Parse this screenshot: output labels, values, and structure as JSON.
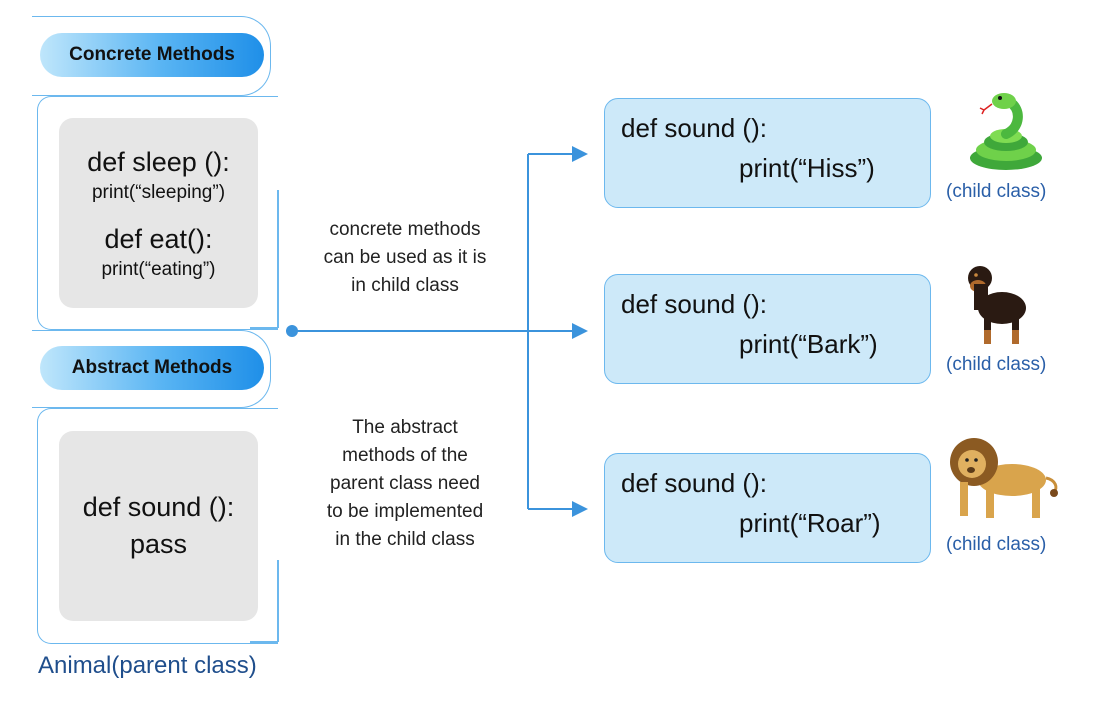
{
  "parent": {
    "concrete_label": "Concrete Methods",
    "abstract_label": "Abstract Methods",
    "concrete_code": {
      "sleep_def": "def sleep ():",
      "sleep_body": "print(“sleeping”)",
      "eat_def": "def eat():",
      "eat_body": "print(“eating”)"
    },
    "abstract_code": {
      "def": "def sound ():",
      "body": "pass"
    },
    "caption": "Animal(parent class)"
  },
  "notes": {
    "concrete": [
      "concrete methods",
      "can be used as it is",
      "in child class"
    ],
    "abstract": [
      "The abstract",
      "methods of the",
      "parent class need",
      "to be implemented",
      "in the child class"
    ]
  },
  "children": [
    {
      "def": "def sound ():",
      "body": "print(“Hiss”)",
      "label": "(child class)",
      "animal": "snake-icon"
    },
    {
      "def": "def sound ():",
      "body": "print(“Bark”)",
      "label": "(child class)",
      "animal": "dog-icon"
    },
    {
      "def": "def sound ():",
      "body": "print(“Roar”)",
      "label": "(child class)",
      "animal": "lion-icon"
    }
  ],
  "colors": {
    "line": "#3b93dc",
    "child_box_fill": "#cde9f9",
    "child_label": "#2a5fa8",
    "pill_gradient_end": "#1f8fe8"
  }
}
